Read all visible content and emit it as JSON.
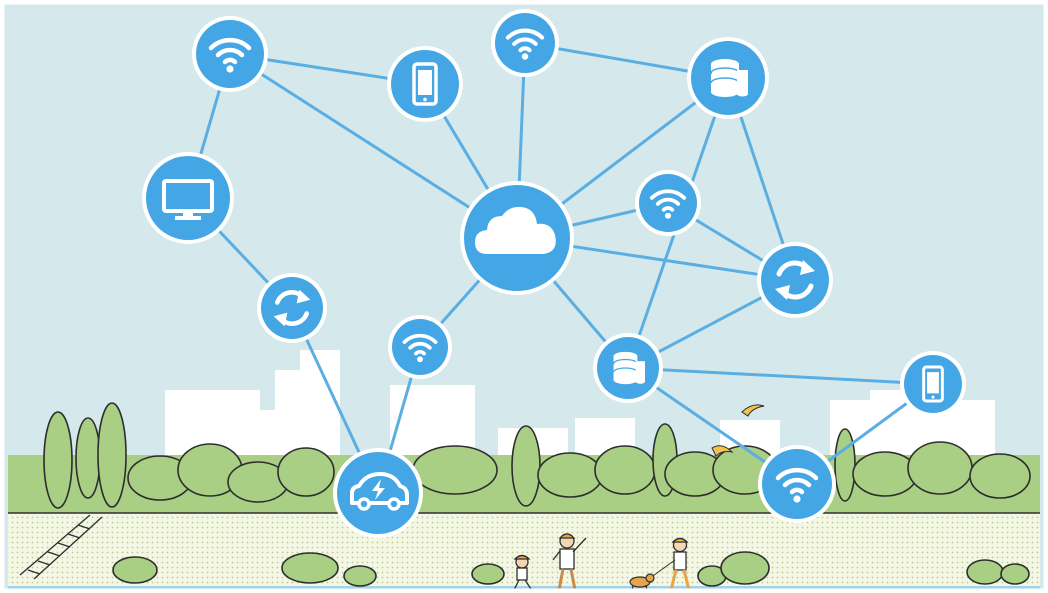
{
  "scene": {
    "sky_color": "#d5e8ec",
    "grass_color": "#a9cf84",
    "field_color": "#eef3dd",
    "node_color": "#45a6e5",
    "line_color": "#5aaee2"
  },
  "nodes": [
    {
      "id": "wifi-top-left",
      "icon": "wifi-icon"
    },
    {
      "id": "phone-top",
      "icon": "smartphone-icon"
    },
    {
      "id": "wifi-top-center",
      "icon": "wifi-icon"
    },
    {
      "id": "database-top-right",
      "icon": "database-icon"
    },
    {
      "id": "monitor-left",
      "icon": "monitor-icon"
    },
    {
      "id": "cloud-center",
      "icon": "cloud-icon"
    },
    {
      "id": "wifi-mid-right",
      "icon": "wifi-icon"
    },
    {
      "id": "sync-right",
      "icon": "sync-icon"
    },
    {
      "id": "sync-left",
      "icon": "sync-icon"
    },
    {
      "id": "wifi-mid-left",
      "icon": "wifi-icon"
    },
    {
      "id": "database-mid",
      "icon": "database-icon"
    },
    {
      "id": "phone-right",
      "icon": "smartphone-icon"
    },
    {
      "id": "electric-car-bottom",
      "icon": "electric-car-icon"
    },
    {
      "id": "wifi-bottom-right",
      "icon": "wifi-icon"
    }
  ],
  "people": [
    {
      "id": "child-running",
      "icon": "child-person-icon"
    },
    {
      "id": "adult-pointing",
      "icon": "adult-person-icon"
    },
    {
      "id": "dog-walker",
      "icon": "dog-walker-icon"
    },
    {
      "id": "dog",
      "icon": "dog-icon"
    }
  ]
}
